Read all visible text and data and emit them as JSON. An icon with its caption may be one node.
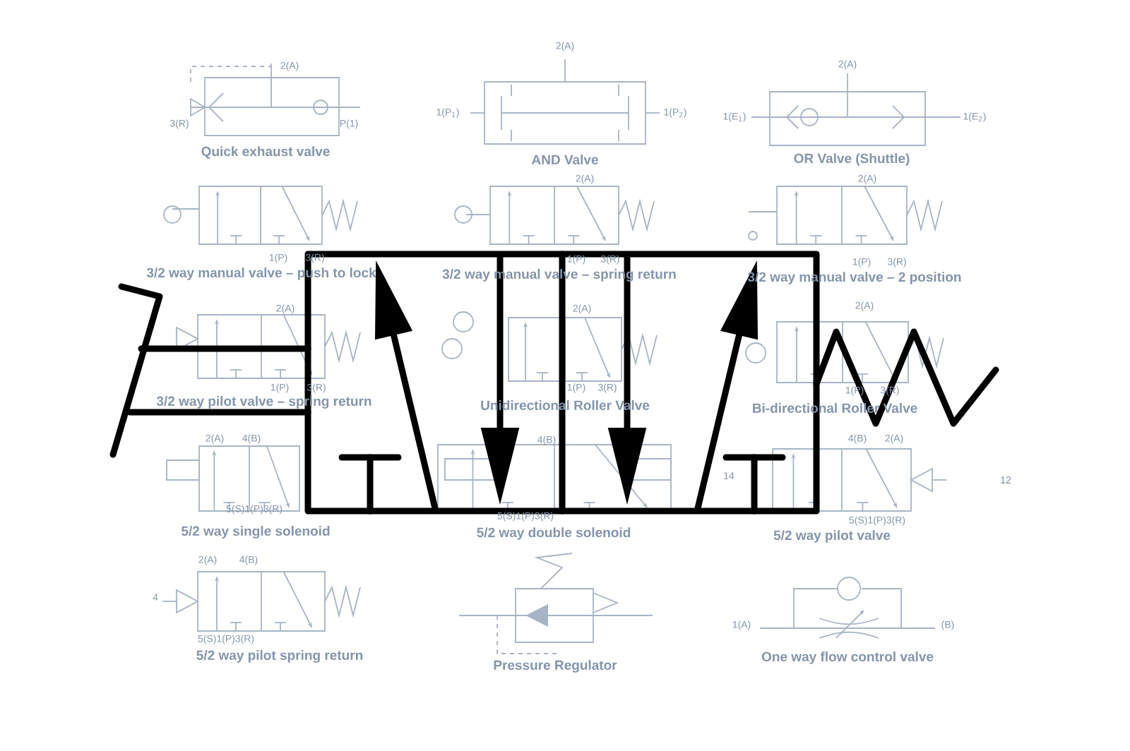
{
  "diagram": {
    "labels": [
      "2(A)",
      "3(R)",
      "P(1)",
      "Quick exhaust valve",
      "2(A)",
      "1(P$_{1}$)",
      "1(P$_{2}$)",
      "AND Valve",
      "2(A)",
      "1(E$_{1}$)",
      "1(E$_{2}$)",
      "OR Valve (Shuttle)",
      "1(P)",
      "3(R)",
      "3/2 way manual valve – push to lock",
      "2(A)",
      "1(P)",
      "3(R)",
      "3/2 way manual valve – spring return",
      "2(A)",
      "1(P)",
      "3(R)",
      "3/2 way manual valve – 2 position",
      "2(A)",
      "1(P)",
      "3(R)",
      "3/2 way pilot valve – spring return",
      "2(A)",
      "1(P)",
      "3(R)",
      "Unidirectional Roller Valve",
      "2(A)",
      "1(P)",
      "3(R)",
      "Bi-directional Roller Valve",
      "2(A)",
      "4(B)",
      "5(S)1(P)3(R)",
      "5/2 way single solenoid",
      "4(B)",
      "14",
      "5(S)1(P)3(R)",
      "5/2 way double solenoid",
      "4(B)",
      "2(A)",
      "5(S)1(P)3(R)",
      "12",
      "5/2 way pilot valve",
      "2(A)",
      "4(B)",
      "4",
      "5(S)1(P)3(R)",
      "5/2 way pilot spring return",
      "Pressure Regulator",
      "1(A)",
      "(B)",
      "One way flow control valve"
    ]
  }
}
